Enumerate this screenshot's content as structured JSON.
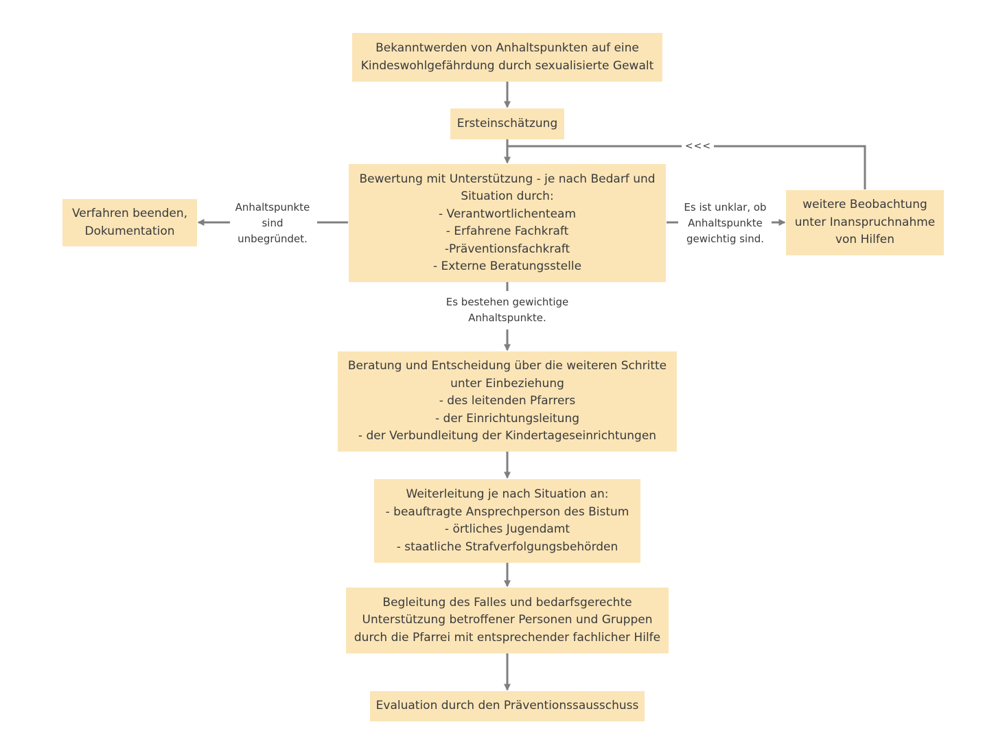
{
  "nodes": {
    "start": {
      "lines": [
        "Bekanntwerden von Anhaltspunkten auf eine",
        "Kindeswohlgefährdung durch sexualisierte Gewalt"
      ]
    },
    "ersteinschaetzung": {
      "lines": [
        "Ersteinschätzung"
      ]
    },
    "bewertung": {
      "lines": [
        "Bewertung  mit Unterstützung - je nach Bedarf und",
        "Situation durch:",
        "- Verantwortlichenteam",
        "- Erfahrene Fachkraft",
        "-Präventionsfachkraft",
        "- Externe Beratungsstelle"
      ]
    },
    "verfahren_beenden": {
      "lines": [
        "Verfahren beenden,",
        "Dokumentation"
      ]
    },
    "weitere_beobachtung": {
      "lines": [
        "weitere Beobachtung",
        "unter Inanspruchnahme",
        "von Hilfen"
      ]
    },
    "beratung": {
      "lines": [
        "Beratung und  Entscheidung über die weiteren Schritte",
        "unter Einbeziehung",
        "- des leitenden Pfarrers",
        "- der Einrichtungsleitung",
        "- der Verbundleitung der Kindertageseinrichtungen"
      ]
    },
    "weiterleitung": {
      "lines": [
        "Weiterleitung je nach Situation an:",
        "- beauftragte Ansprechperson des Bistum",
        "- örtliches Jugendamt",
        "- staatliche Strafverfolgungsbehörden"
      ]
    },
    "begleitung": {
      "lines": [
        "Begleitung des Falles und bedarfsgerechte",
        "Unterstützung betroffener Personen und Gruppen",
        "durch die Pfarrei mit entsprechender fachlicher Hilfe"
      ]
    },
    "evaluation": {
      "lines": [
        "Evaluation durch den Präventionssausschuss"
      ]
    }
  },
  "edge_labels": {
    "unbegruendet": [
      "Anhaltspunkte",
      "sind",
      "unbegründet."
    ],
    "unklar": [
      "Es ist unklar, ob",
      "Anhaltspunkte",
      "gewichtig sind."
    ],
    "gewichtig": [
      "Es bestehen gewichtige",
      "Anhaltspunkte."
    ],
    "feedback": "<<<"
  },
  "colors": {
    "box_fill": "#fbe5b7",
    "connector": "#7f7f7f",
    "text": "#3a3a3a"
  }
}
